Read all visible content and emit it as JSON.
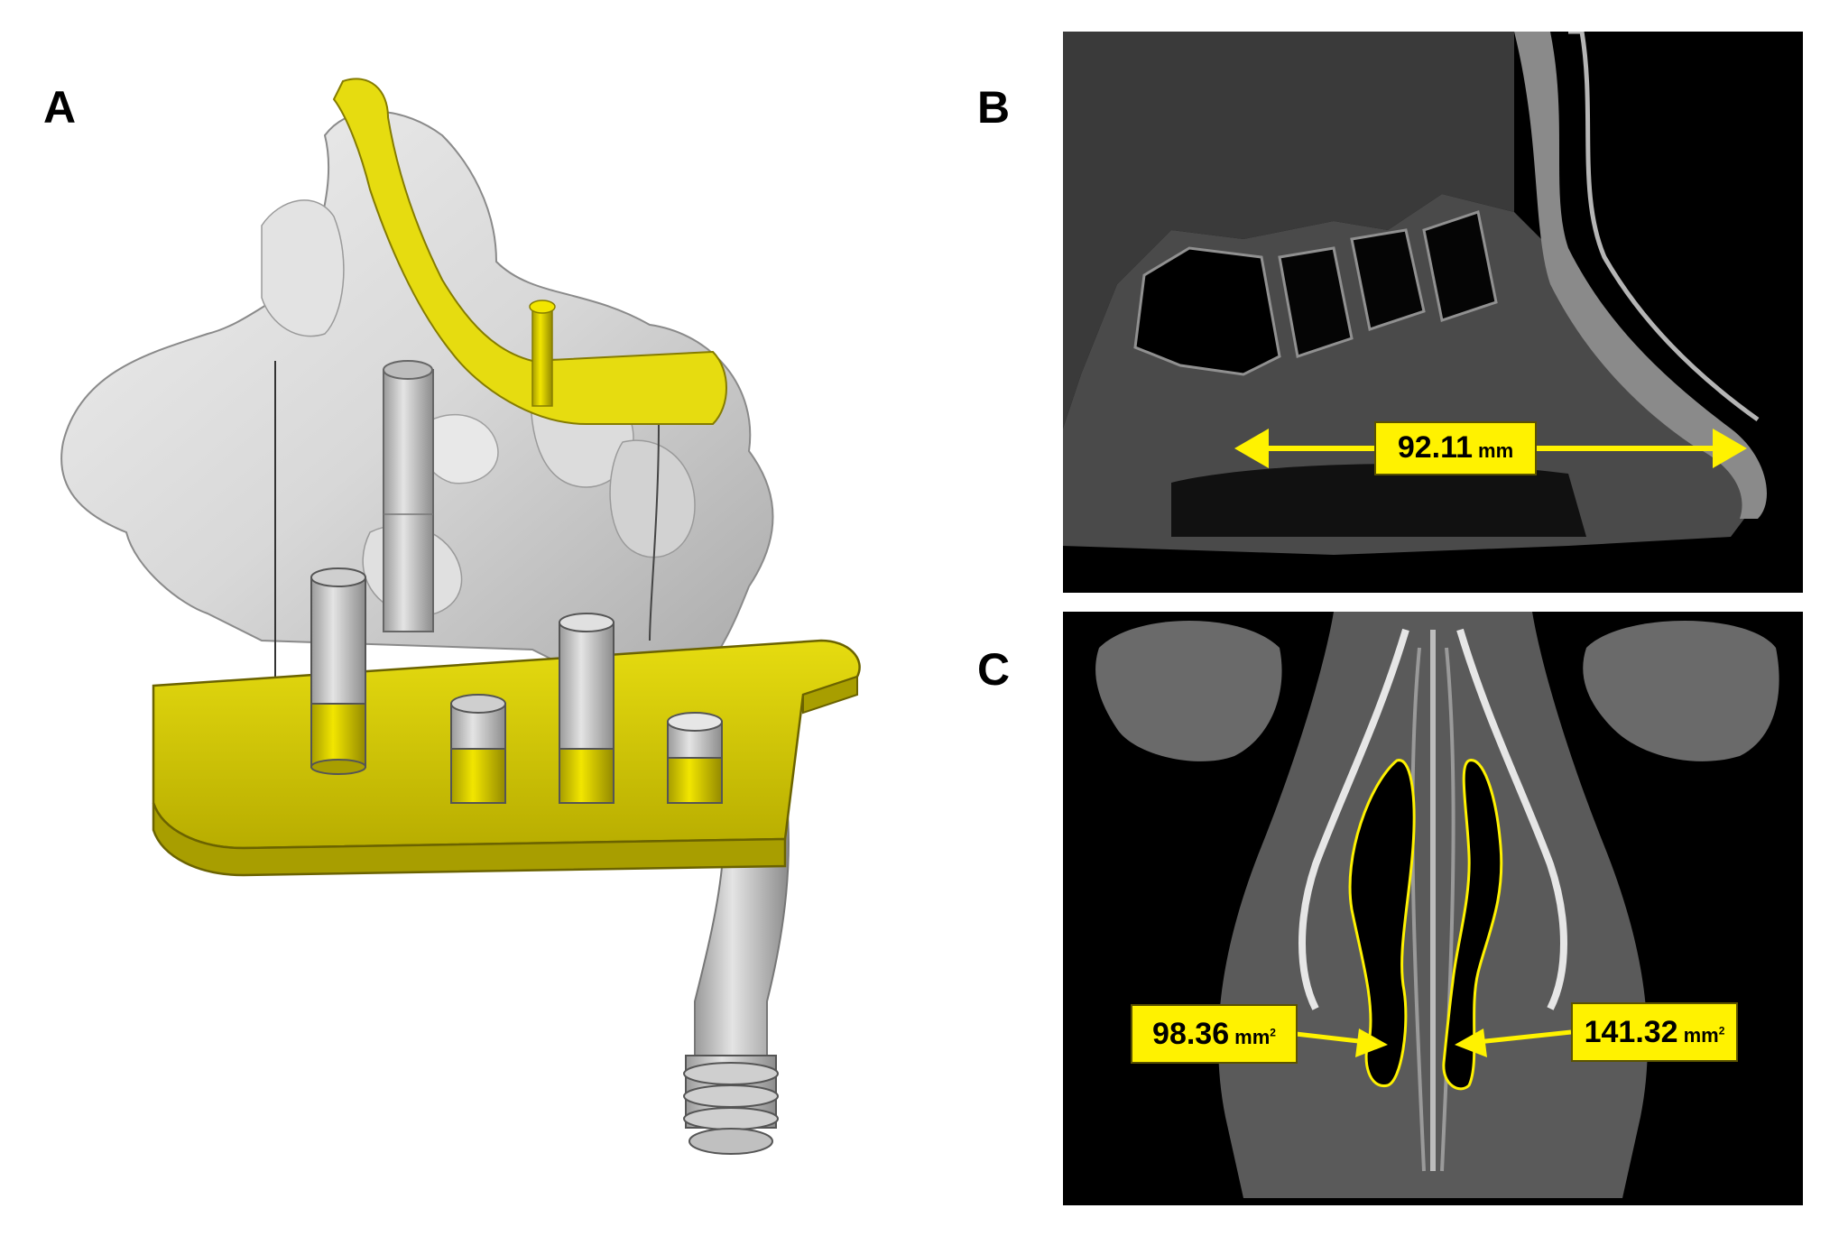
{
  "panels": {
    "a": {
      "letter": "A"
    },
    "b": {
      "letter": "B",
      "measurement": {
        "value": "92.11",
        "unit": "mm"
      }
    },
    "c": {
      "letter": "C",
      "left_measurement": {
        "value": "98.36",
        "unit": "mm",
        "unit_sup": "2"
      },
      "right_measurement": {
        "value": "141.32",
        "unit": "mm",
        "unit_sup": "2"
      }
    }
  },
  "colors": {
    "highlight_yellow": "#fff200",
    "model_yellow": "#d9cc00",
    "model_gray": "#d6d6d6",
    "ct_background": "#000000"
  }
}
